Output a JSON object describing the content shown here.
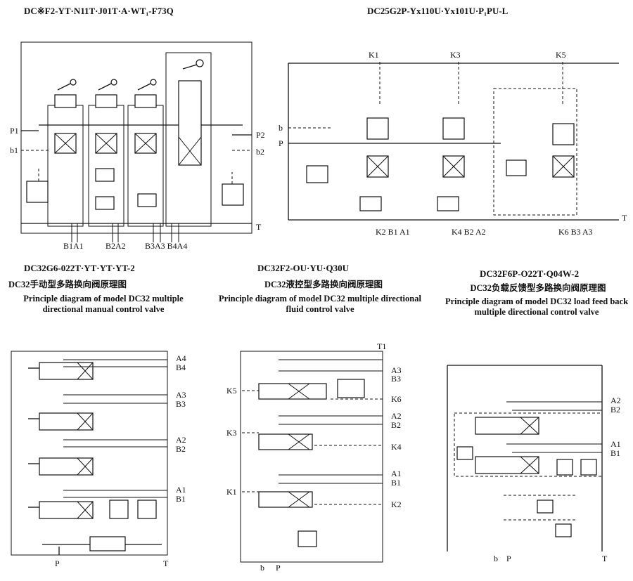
{
  "top_left": {
    "model": "DC※F2-YT·N11T·J01T·A·WT₁-F73Q",
    "ports": {
      "p1": "P1",
      "b1": "b1",
      "p2": "P2",
      "b2": "b2",
      "t": "T"
    },
    "bottom_ports": [
      "B1A1",
      "B2A2",
      "B3A3 B4A4"
    ]
  },
  "top_right": {
    "model": "DC25G2P-Yx110U·Yx101U·P₁PU-L",
    "top_labels": [
      "K1",
      "K3",
      "K5"
    ],
    "ports": {
      "b": "b",
      "p": "P",
      "t": "T"
    },
    "bottom_ports": [
      "K2 B1 A1",
      "K4 B2 A2",
      "K6 B3 A3"
    ]
  },
  "manual": {
    "model": "DC32G6-022T·YT·YT·YT-2",
    "title_cn": "DC32手动型多路换向阀原理图",
    "title_en": "Principle diagram of model DC32 multiple directional manual control valve",
    "ports": [
      "A4",
      "B4",
      "A3",
      "B3",
      "A2",
      "B2",
      "A1",
      "B1"
    ],
    "bottom": {
      "p": "P",
      "t": "T"
    }
  },
  "fluid": {
    "model": "DC32F2-OU·YU·Q30U",
    "title_cn": "DC32液控型多路换向阀原理图",
    "title_en": "Principle diagram of model DC32 multiple directional fluid control valve",
    "top": "T1",
    "ports": [
      "A3",
      "B3",
      "K6",
      "A2",
      "B2",
      "K4",
      "A1",
      "B1",
      "K2"
    ],
    "left": [
      "K5",
      "K3",
      "K1"
    ],
    "bottom": {
      "b": "b",
      "p": "P"
    }
  },
  "load": {
    "model": "DC32F6P-O22T·Q04W-2",
    "title_cn": "DC32负载反馈型多路换向阀原理图",
    "title_en": "Principle diagram of model DC32 load feed back multiple directional control valve",
    "ports": [
      "A2",
      "B2",
      "A1",
      "B1"
    ],
    "bottom": {
      "b": "b",
      "p": "P",
      "t": "T"
    }
  }
}
